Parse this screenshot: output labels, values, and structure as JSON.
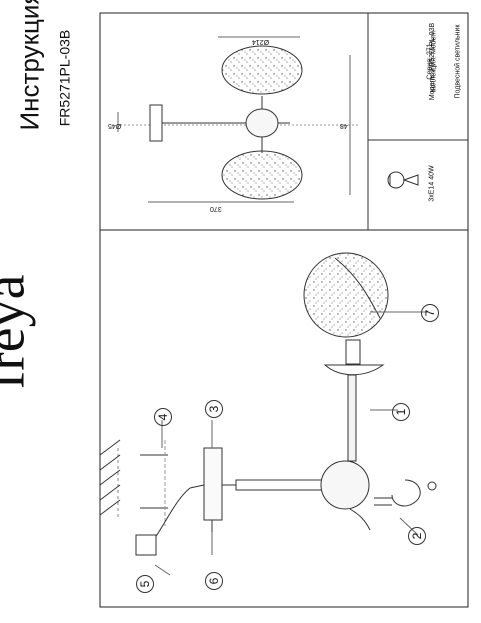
{
  "brand": "freya",
  "title": "Инструкция",
  "model": "FR5271PL-03B",
  "top_panel": {
    "dims": {
      "diameter": "Ø214",
      "cup_diameter": "Ø45",
      "height": "48",
      "width": "370"
    },
    "info": {
      "model_line": "Модель: FR5271PL-03B",
      "collection_line": "Коллекция: Modern",
      "series_line": "Серия: 271",
      "type_line": "Подвесной светильник",
      "lamp": "3xE14 40W"
    }
  },
  "callouts": [
    "1",
    "2",
    "3",
    "4",
    "5",
    "6",
    "7"
  ]
}
